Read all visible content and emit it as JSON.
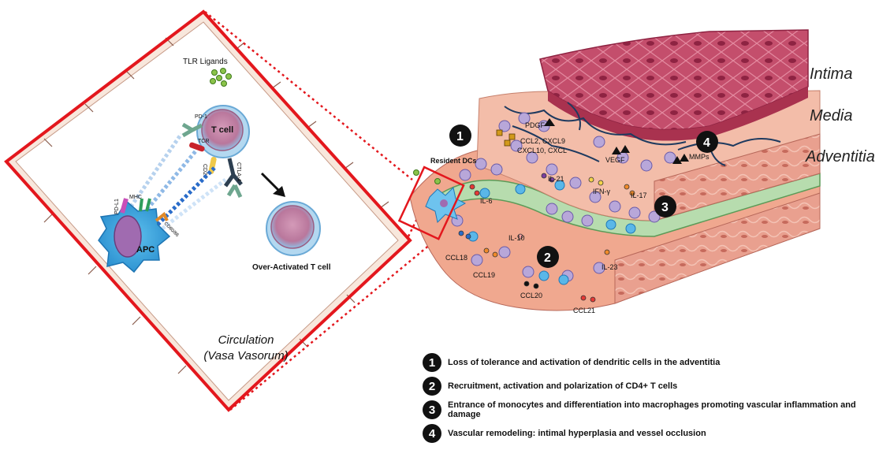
{
  "inset": {
    "tlr_ligands": "TLR Ligands",
    "t_cell": "T cell",
    "apc": "APC",
    "pd1": "PD-1",
    "tcr": "TCR",
    "cd28": "CD28",
    "ctla4": "CTLA-4",
    "pdl1": "PD-L1",
    "mhc": "MHC",
    "cd80_86": "CD80/86",
    "over_activated": "Over-Activated T cell",
    "circulation": "Circulation",
    "vasa_vasorum": "(Vasa Vasorum)"
  },
  "vessel": {
    "layers": {
      "intima": "Intima",
      "media": "Media",
      "adventitia": "Adventitia"
    },
    "resident_dcs": "Resident DCs",
    "labels": {
      "pdgf": "PDGF",
      "ccl2": "CCL2, CXCL9",
      "cxcl10": "CXCL10, CXCL",
      "vegf": "VEGF",
      "mmps": "MMPs",
      "il21": "IL-21",
      "ifng": "IFN-γ",
      "il17": "IL-17",
      "il6": "IL-6",
      "il10": "IL-10",
      "il23": "IL-23",
      "ccl18": "CCL18",
      "ccl19": "CCL19",
      "ccl20": "CCL20",
      "ccl21": "CCL21"
    },
    "markers": [
      "1",
      "2",
      "3",
      "4"
    ]
  },
  "legend": [
    {
      "num": "1",
      "text": "Loss of tolerance and activation of dendritic cells in the adventitia"
    },
    {
      "num": "2",
      "text": "Recruitment, activation and polarization of CD4+ T cells"
    },
    {
      "num": "3",
      "text": "Entrance of monocytes and differentiation into macrophages promoting vascular inflammation and damage"
    },
    {
      "num": "4",
      "text": "Vascular remodeling: intimal hyperplasia and vessel occlusion"
    }
  ]
}
